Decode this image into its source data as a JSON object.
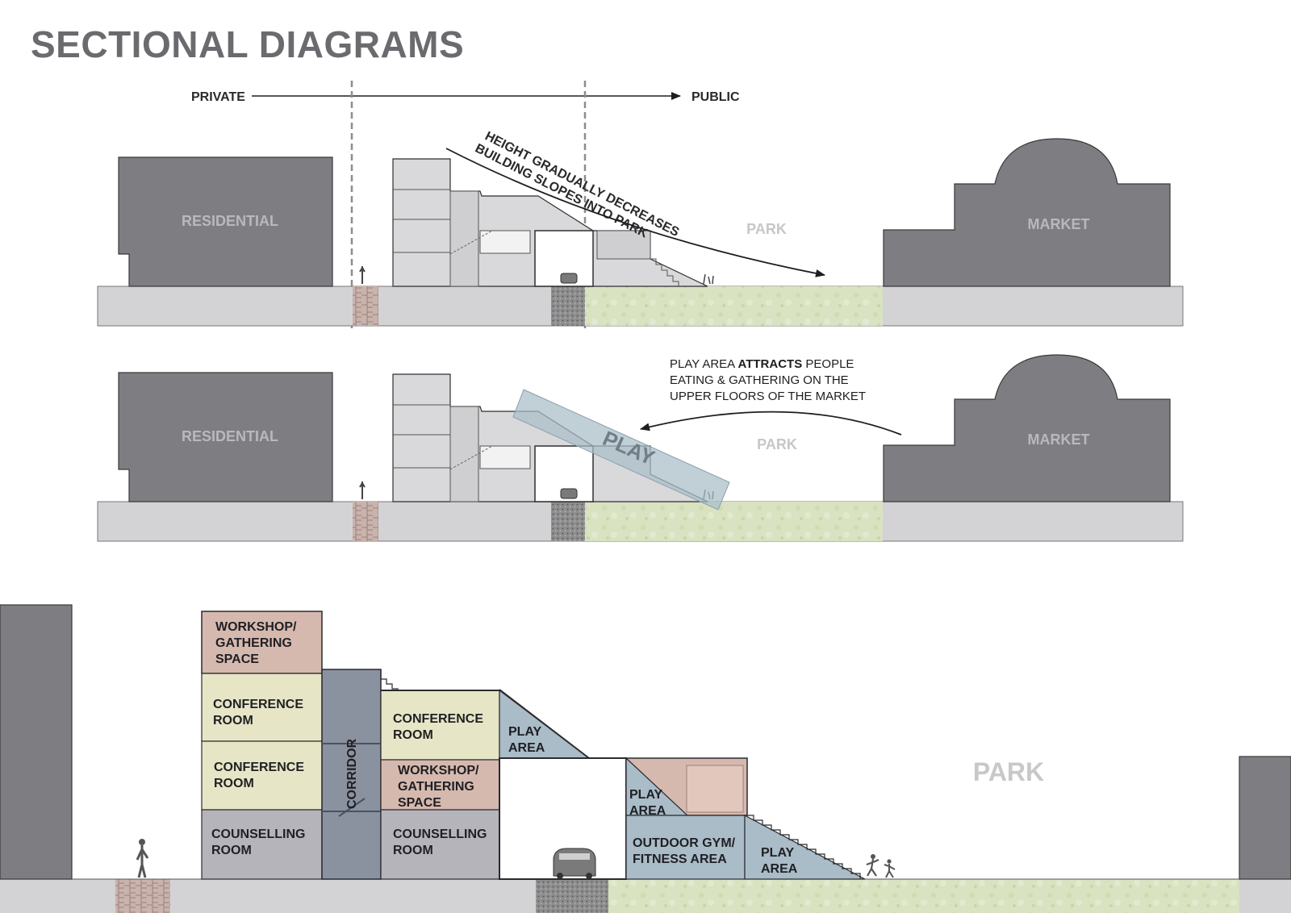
{
  "title": "SECTIONAL DIAGRAMS",
  "axis": {
    "private": "PRIVATE",
    "public": "PUBLIC"
  },
  "section1": {
    "residential": "RESIDENTIAL",
    "market": "MARKET",
    "park": "PARK",
    "annotation_line1": "HEIGHT GRADUALLY DECREASES",
    "annotation_line2": "BUILDING SLOPES INTO PARK"
  },
  "section2": {
    "residential": "RESIDENTIAL",
    "market": "MARKET",
    "park": "PARK",
    "play": "PLAY",
    "note_line1_pre": "PLAY AREA ",
    "note_line1_bold": "ATTRACTS",
    "note_line1_post": " PEOPLE",
    "note_line2": "EATING & GATHERING ON THE",
    "note_line3": "UPPER FLOORS OF THE MARKET"
  },
  "section3": {
    "workshop_top": [
      "WORKSHOP/",
      "GATHERING",
      "SPACE"
    ],
    "conference_1": [
      "CONFERENCE",
      "ROOM"
    ],
    "conference_2": [
      "CONFERENCE",
      "ROOM"
    ],
    "counselling_1": [
      "COUNSELLING",
      "ROOM"
    ],
    "corridor": "CORRIDOR",
    "conference_3": [
      "CONFERENCE",
      "ROOM"
    ],
    "workshop_mid": [
      "WORKSHOP/",
      "GATHERING",
      "SPACE"
    ],
    "counselling_2": [
      "COUNSELLING",
      "ROOM"
    ],
    "play_1": [
      "PLAY",
      "AREA"
    ],
    "play_2": [
      "PLAY",
      "AREA"
    ],
    "gym": [
      "OUTDOOR GYM/",
      "FITNESS AREA"
    ],
    "play_3": [
      "PLAY",
      "AREA"
    ],
    "park": "PARK"
  },
  "colors": {
    "building_dark": "#7d7d82",
    "ground": "#d3d3d5",
    "park_green": "#d9e3c0",
    "play_blue": "#a9bcc8",
    "workshop_pink": "#d6b9ae",
    "conference_yellow": "#e6e6c6",
    "counselling_grey": "#b5b4ba",
    "corridor_slate": "#8a919f"
  }
}
